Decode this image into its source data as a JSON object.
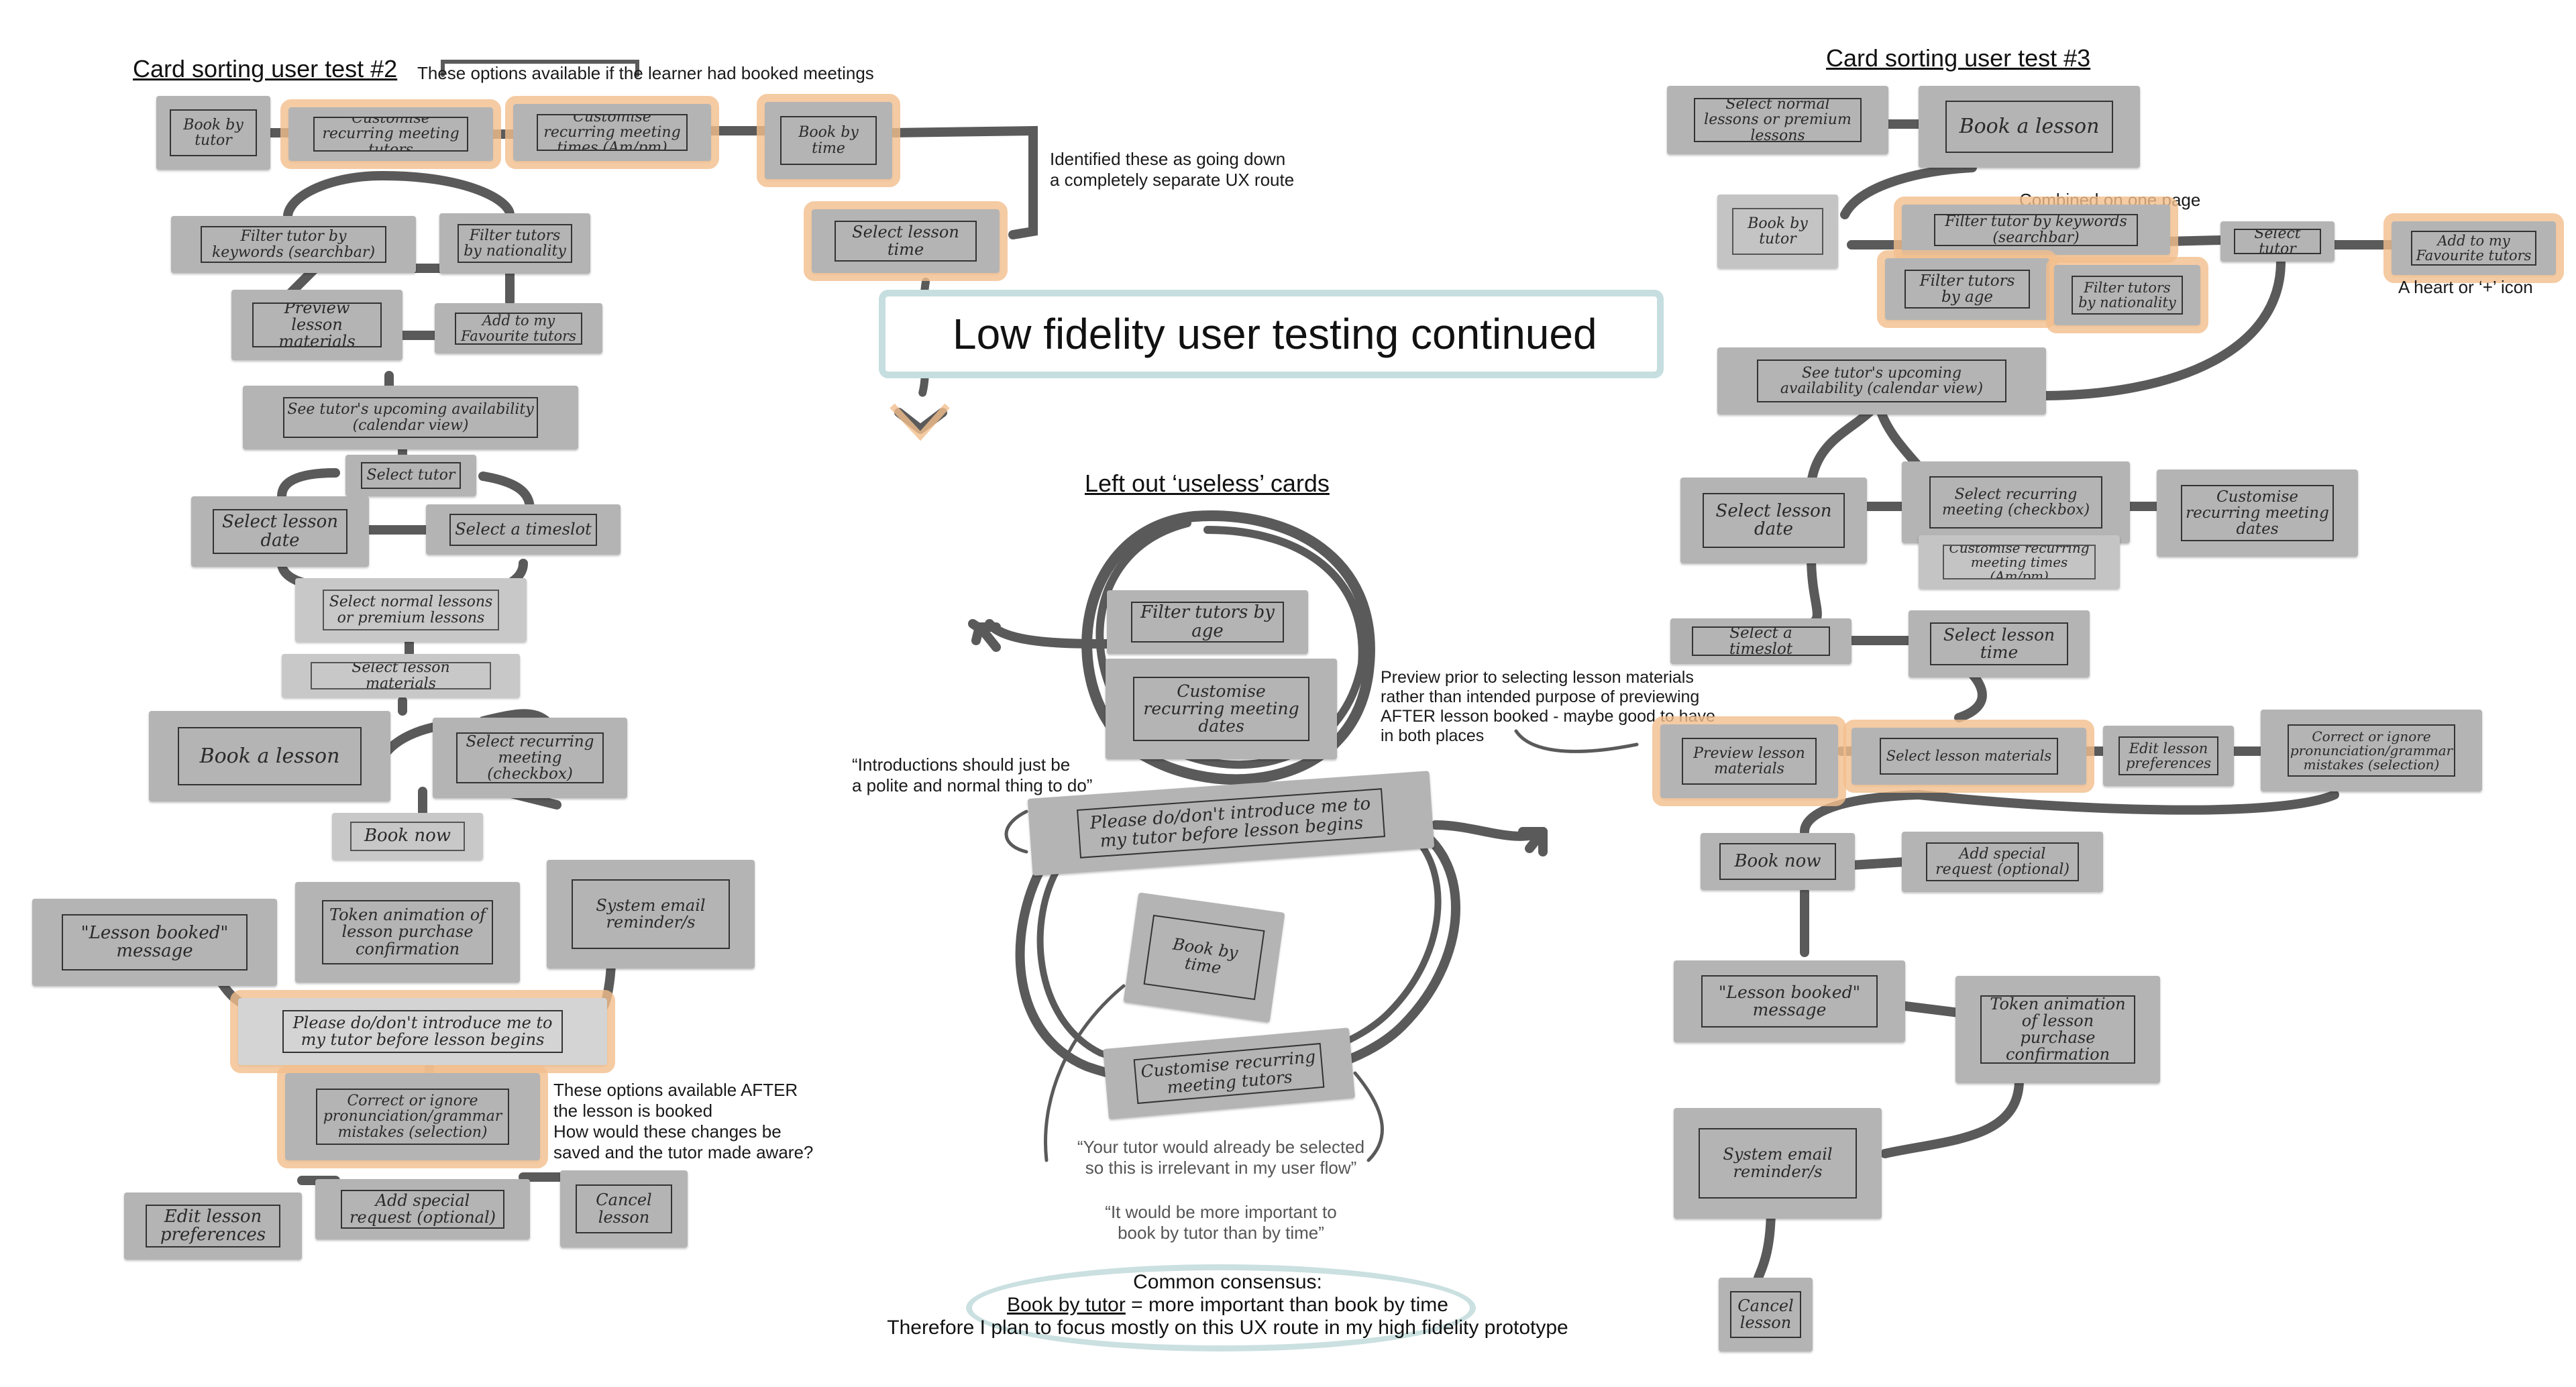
{
  "test2": {
    "heading": "Card sorting user test #2",
    "top_note": "These options available if the learner had booked meetings",
    "ux_route_note": "Identified these as going down\na completely separate UX route",
    "after_note": "These options available AFTER\nthe lesson is booked\nHow would these changes be\nsaved and the tutor made aware?",
    "cards": {
      "book_by_tutor": "Book by tutor",
      "customise_recurring_tutors": "Customise recurring meeting tutors",
      "customise_recurring_times": "Customise recurring meeting times (Am/pm)",
      "book_by_time": "Book by time",
      "select_lesson_time": "Select lesson time",
      "filter_keywords": "Filter tutor by keywords (searchbar)",
      "filter_nationality": "Filter tutors by nationality",
      "preview_materials": "Preview lesson materials",
      "add_favourite": "Add to my Favourite tutors",
      "see_availability": "See tutor's upcoming availability (calendar view)",
      "select_tutor": "Select tutor",
      "select_date": "Select lesson date",
      "select_timeslot": "Select a timeslot",
      "select_normal_premium": "Select normal lessons or premium lessons",
      "select_materials": "Select lesson materials",
      "book_a_lesson": "Book a lesson",
      "select_recurring": "Select recurring meeting (checkbox)",
      "book_now": "Book now",
      "lesson_booked": "\"Lesson booked\" message",
      "token_animation": "Token animation of lesson purchase confirmation",
      "system_email": "System email reminder/s",
      "introduce": "Please do/don't introduce me to my tutor before lesson begins",
      "correct_mistakes": "Correct or ignore pronunciation/grammar mistakes (selection)",
      "edit_preferences": "Edit lesson preferences",
      "special_request": "Add special request (optional)",
      "cancel_lesson": "Cancel lesson"
    }
  },
  "center": {
    "title": "Low fidelity user testing continued",
    "heading": "Left out ‘useless’ cards",
    "intro_quote": "“Introductions should just be\na polite and normal thing to do”",
    "preview_note": "Preview prior to selecting lesson materials\nrather than intended purpose of previewing\nAFTER lesson booked - maybe good to have\nin both places",
    "quote_tutor": "“Your tutor would already be selected\nso this is irrelevant in my user flow”",
    "quote_book": "“It would be more important to\nbook by tutor than by time”",
    "consensus_title": "Common consensus:",
    "consensus_book_by_tutor": "Book by tutor",
    "consensus_rest": " = more important than book by time",
    "consensus_plan": "Therefore I plan to focus mostly on this UX route in my high fidelity prototype",
    "cards": {
      "filter_age": "Filter tutors by age",
      "customise_dates": "Customise recurring meeting dates",
      "introduce": "Please do/don't introduce me to my tutor before lesson begins",
      "book_by_time": "Book by time",
      "customise_tutors": "Customise recurring meeting tutors"
    }
  },
  "test3": {
    "heading": "Card sorting user test #3",
    "combined_note": "Combined on one page",
    "heart_note": "A heart or ‘+’ icon",
    "cards": {
      "select_normal_premium": "Select normal lessons or premium lessons",
      "book_a_lesson": "Book a lesson",
      "book_by_tutor": "Book by tutor",
      "filter_keywords": "Filter tutor by keywords (searchbar)",
      "select_tutor": "Select tutor",
      "add_favourite": "Add to my Favourite tutors",
      "filter_age": "Filter tutors by age",
      "filter_nationality": "Filter tutors by nationality",
      "see_availability": "See tutor's upcoming availability (calendar view)",
      "select_date": "Select lesson date",
      "select_recurring": "Select recurring meeting (checkbox)",
      "customise_dates": "Customise recurring meeting dates",
      "customise_times": "Customise recurring meeting times (Am/pm)",
      "select_timeslot": "Select a timeslot",
      "select_time": "Select lesson time",
      "preview_materials": "Preview lesson materials",
      "select_materials": "Select lesson materials",
      "edit_preferences": "Edit lesson preferences",
      "correct_mistakes": "Correct or ignore pronunciation/grammar mistakes (selection)",
      "book_now": "Book now",
      "special_request": "Add special request (optional)",
      "lesson_booked": "\"Lesson booked\" message",
      "token_animation": "Token animation of lesson purchase confirmation",
      "system_email": "System email reminder/s",
      "cancel_lesson": "Cancel lesson"
    }
  },
  "colors": {
    "highlight": "#f2be8c",
    "card": "#b4b4b4",
    "connector": "#5a5a5a",
    "title_border": "#c6dedf"
  }
}
